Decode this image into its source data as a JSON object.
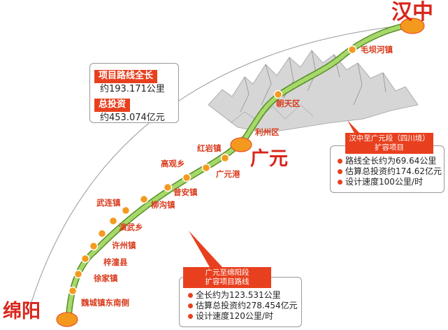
{
  "cities": {
    "hanzhong": "汉中",
    "guangyuan": "广元",
    "mianyang": "绵阳"
  },
  "stations": [
    "毛坝河镇",
    "朝天区",
    "利州区",
    "红岩镇",
    "高观乡",
    "广元港",
    "普安镇",
    "柳沟镇",
    "武连镇",
    "演武乡",
    "许州镇",
    "梓潼县",
    "徐家镇",
    "魏城镇东南侧"
  ],
  "summary": {
    "length_label": "项目路线全长",
    "length_value": "约193.171公里",
    "investment_label": "总投资",
    "investment_value": "约453.074亿元"
  },
  "north_section": {
    "title_line1": "汉中至广元段（四川境）",
    "title_line2": "扩容项目",
    "items": [
      "路线全长约为69.64公里",
      "估算总投资约174.62亿元",
      "设计速度100公里/时"
    ]
  },
  "south_section": {
    "title_line1": "广元至绵阳段",
    "title_line2": "扩容项目路线",
    "items": [
      "全长约为123.531公里",
      "估算总投资约278.454亿元",
      "设计速度120公里/时"
    ]
  },
  "colors": {
    "route_green": "#8cc63f",
    "accent_red": "#e8401f",
    "city_orange": "#f39a1e"
  }
}
